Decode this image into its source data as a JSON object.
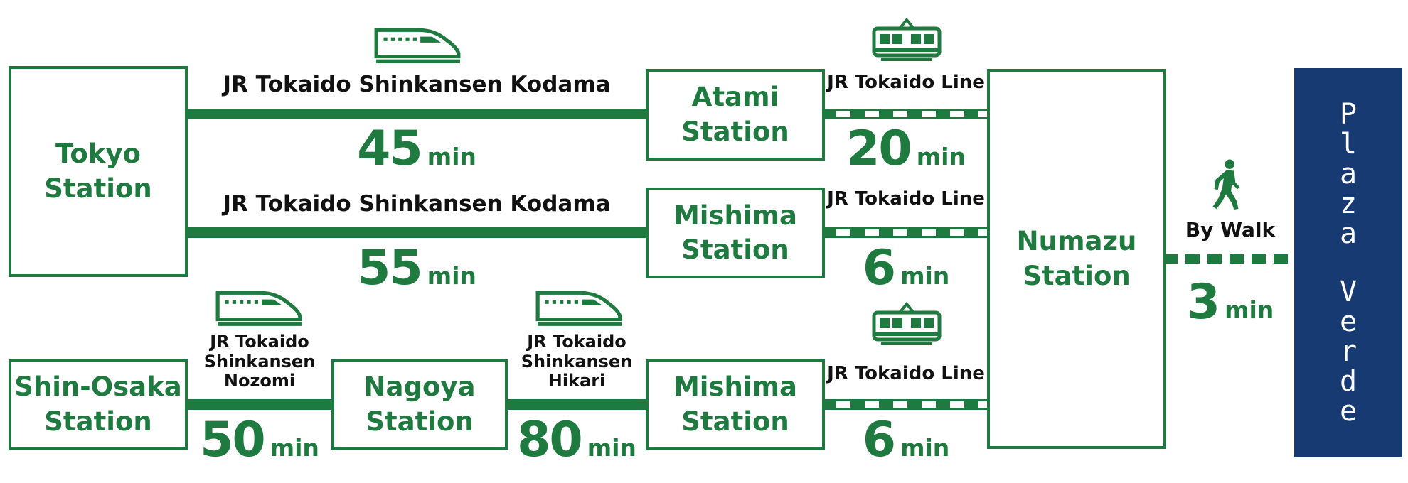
{
  "stations": {
    "tokyo": [
      "Tokyo",
      "Station"
    ],
    "atami": [
      "Atami",
      "Station"
    ],
    "mishima_top": [
      "Mishima",
      "Station"
    ],
    "numazu": [
      "Numazu",
      "Station"
    ],
    "shin_osaka": [
      "Shin-Osaka",
      "Station"
    ],
    "nagoya": [
      "Nagoya",
      "Station"
    ],
    "mishima_bottom": [
      "Mishima",
      "Station"
    ]
  },
  "routes": {
    "tokyo_atami": {
      "line": "JR Tokaido Shinkansen Kodama",
      "time": "45",
      "unit": "min"
    },
    "tokyo_mishima": {
      "line": "JR Tokaido Shinkansen Kodama",
      "time": "55",
      "unit": "min"
    },
    "atami_numazu": {
      "line": "JR Tokaido Line",
      "time": "20",
      "unit": "min"
    },
    "mishima_numazu": {
      "line": "JR Tokaido Line",
      "time": "6",
      "unit": "min"
    },
    "osaka_nagoya": {
      "line": [
        "JR Tokaido",
        "Shinkansen",
        "Nozomi"
      ],
      "time": "50",
      "unit": "min"
    },
    "nagoya_mishima": {
      "line": [
        "JR Tokaido",
        "Shinkansen",
        "Hikari"
      ],
      "time": "80",
      "unit": "min"
    },
    "mishima2_numazu": {
      "line": "JR Tokaido Line",
      "time": "6",
      "unit": "min"
    },
    "walk": {
      "label": "By Walk",
      "time": "3",
      "unit": "min"
    }
  },
  "destination": {
    "word1": [
      "P",
      "l",
      "a",
      "z",
      "a"
    ],
    "word2": [
      "V",
      "e",
      "r",
      "d",
      "e"
    ]
  },
  "colors": {
    "green": "#1e7a3e",
    "navy": "#173a72"
  }
}
